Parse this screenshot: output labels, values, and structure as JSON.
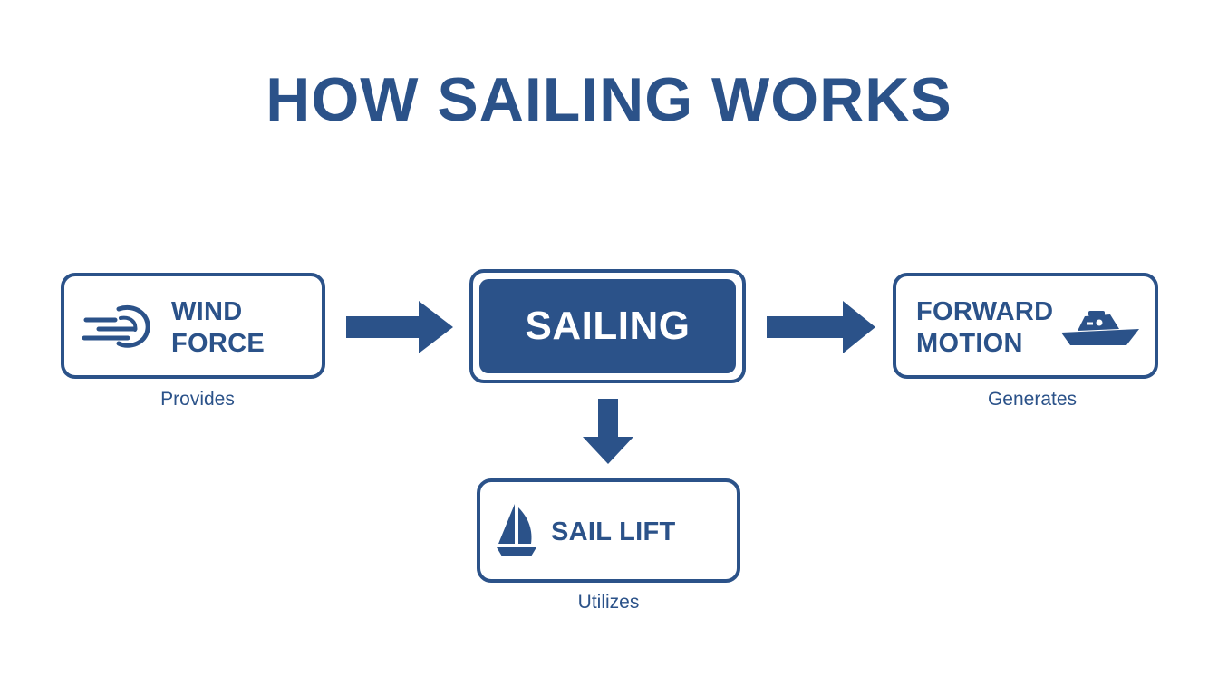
{
  "title": "HOW SAILING WORKS",
  "nodes": {
    "wind": {
      "line1": "WIND",
      "line2": "FORCE",
      "caption": "Provides",
      "icon": "wind-icon"
    },
    "sailing": {
      "label": "SAILING"
    },
    "forward": {
      "line1": "FORWARD",
      "line2": "MOTION",
      "caption": "Generates",
      "icon": "motorboat-icon"
    },
    "lift": {
      "label": "SAIL LIFT",
      "caption": "Utilizes",
      "icon": "sailboat-icon"
    }
  },
  "colors": {
    "primary": "#2b5289",
    "background": "#ffffff"
  }
}
